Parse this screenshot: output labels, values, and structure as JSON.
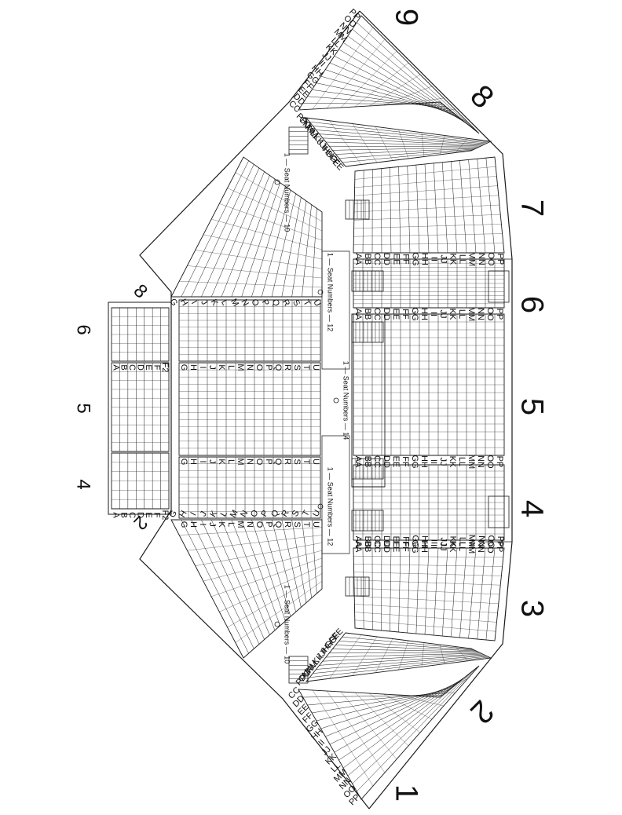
{
  "upper_sections": [
    "1",
    "2",
    "3",
    "4",
    "5",
    "6",
    "7",
    "8",
    "9"
  ],
  "lower_sections": [
    "2",
    "4",
    "5",
    "6",
    "8"
  ],
  "upper_rows": [
    "AA",
    "BB",
    "CC",
    "DD",
    "EE",
    "FF",
    "GG",
    "HH",
    "II",
    "JJ",
    "KK",
    "LL",
    "MM",
    "NN",
    "OO",
    "PP"
  ],
  "lower_rows": [
    "G",
    "H",
    "I",
    "J",
    "K",
    "L",
    "M",
    "N",
    "O",
    "P",
    "Q",
    "R",
    "S",
    "T",
    "U"
  ],
  "floor_rows": [
    "A",
    "B",
    "C",
    "D",
    "E",
    "F",
    "F2"
  ],
  "seat_numbers_label": "Seat Numbers",
  "seat_ranges": [
    {
      "from": "1",
      "to": "10"
    },
    {
      "from": "1",
      "to": "12"
    },
    {
      "from": "1",
      "to": "14"
    },
    {
      "from": "1",
      "to": "12"
    },
    {
      "from": "1",
      "to": "10"
    }
  ]
}
